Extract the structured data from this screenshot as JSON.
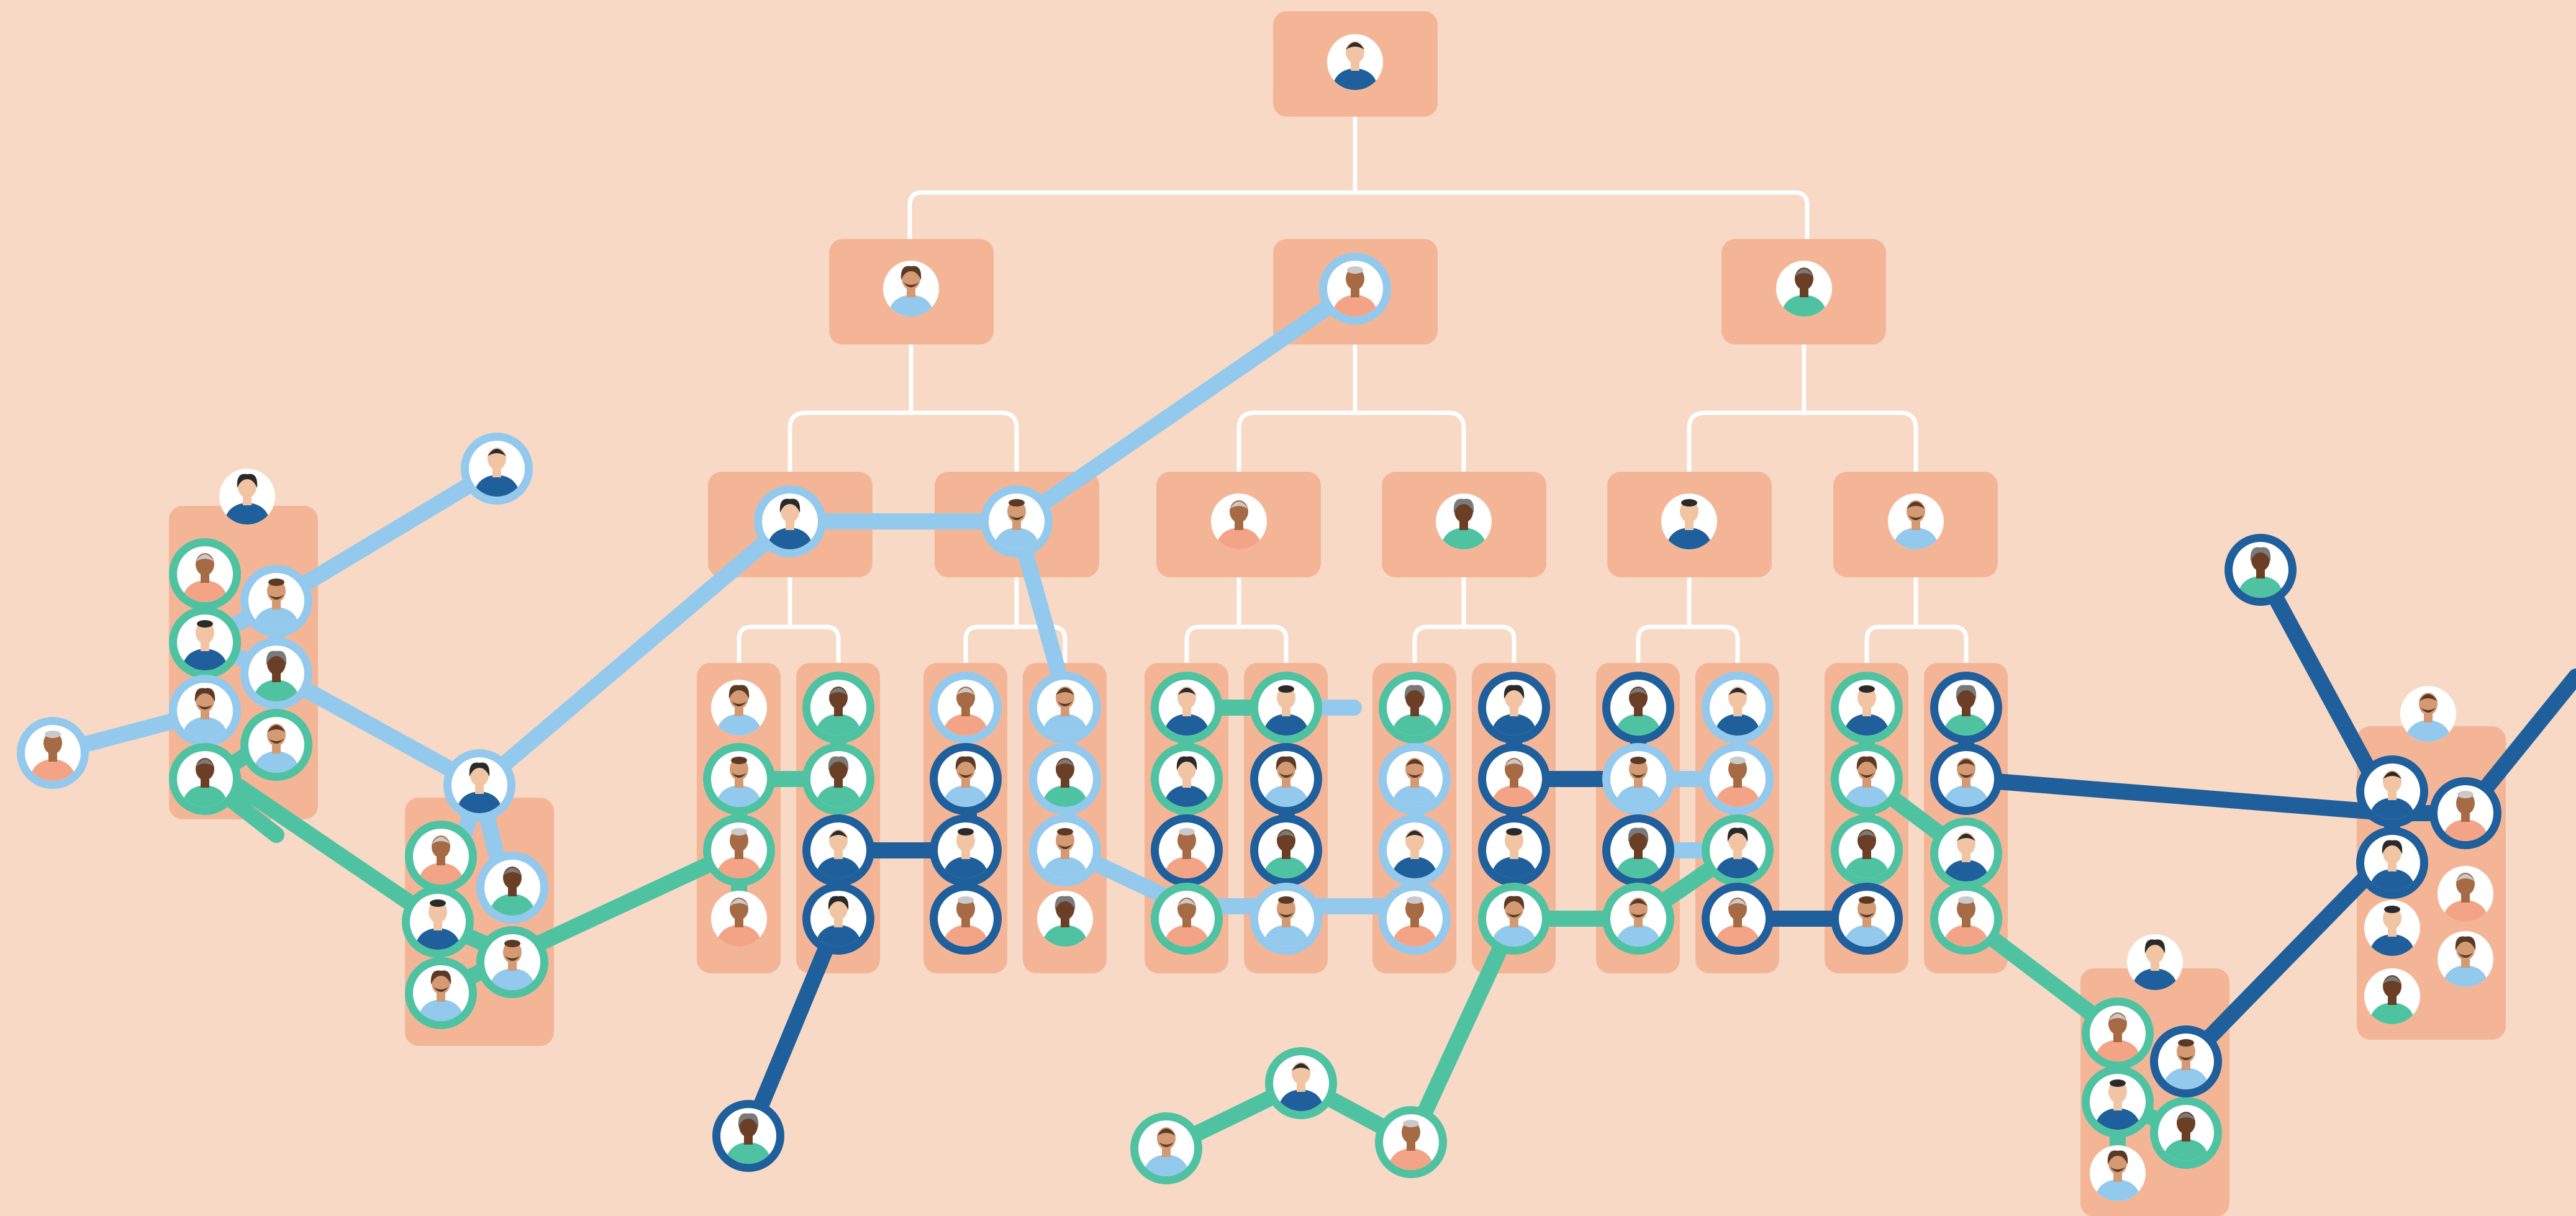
{
  "colors": {
    "background": "#f7d9c6",
    "box": "#f4b597",
    "tree_line": "#ffffff",
    "network_light_blue": "#93c9ec",
    "network_dark_blue": "#1f5f9b",
    "network_green": "#4fc3a1",
    "avatar_ring": "#ffffff",
    "skin": [
      "#f1c5a4",
      "#d39a74",
      "#a66b45",
      "#6b3f26"
    ],
    "shirt": [
      "#4fc3a1",
      "#1f5f9b",
      "#93c9ec",
      "#f4a486"
    ],
    "hair": [
      "#2a2a2a",
      "#7a7a7a",
      "#c9c9c9",
      "#5a3a25"
    ]
  },
  "diagram": {
    "description_type": "org chart with overlaid informal networks",
    "icons": {
      "person": "person-avatar-icon"
    },
    "hierarchy_levels": 4,
    "networks": [
      "light-blue",
      "dark-blue",
      "green"
    ]
  }
}
